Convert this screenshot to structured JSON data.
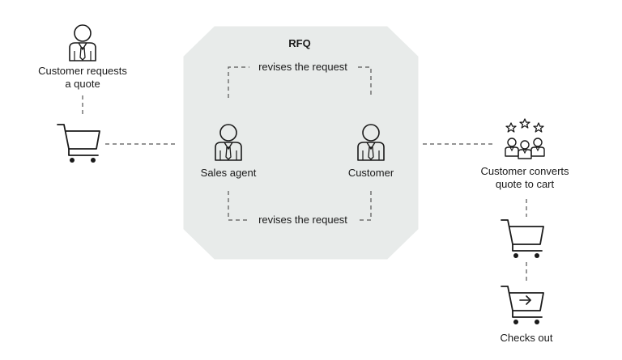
{
  "rfq": {
    "title": "RFQ",
    "top_label": "revises the request",
    "bottom_label": "revises the request",
    "sales_agent": "Sales agent",
    "customer": "Customer"
  },
  "left": {
    "label_line1": "Customer requests",
    "label_line2": "a quote"
  },
  "right": {
    "convert_line1": "Customer converts",
    "convert_line2": "quote to cart",
    "checkout": "Checks out"
  },
  "colors": {
    "panel": "#e8ebea",
    "stroke": "#1a1a1a",
    "dash": "#555555"
  },
  "icons": [
    "person-icon",
    "cart-icon",
    "group-icon",
    "star-icon",
    "arrow-right-icon"
  ]
}
